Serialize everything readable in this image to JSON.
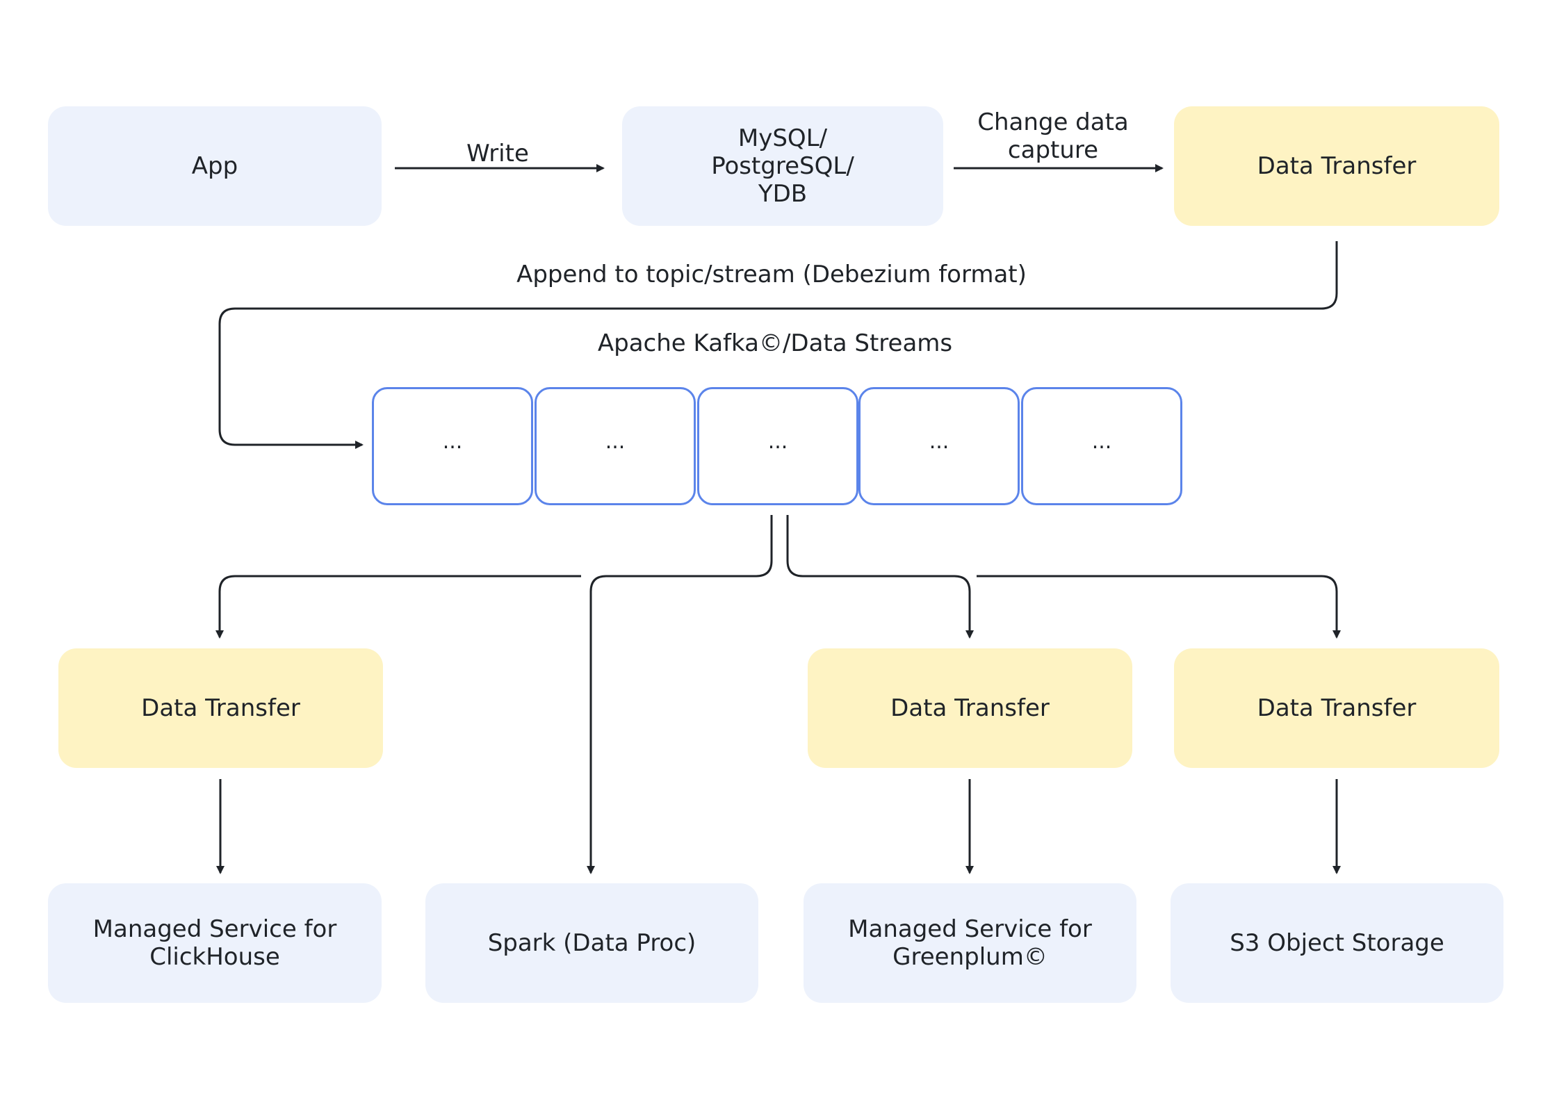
{
  "nodes": {
    "app": "App",
    "database": "MySQL/\nPostgreSQL/\nYDB",
    "transfer_source": "Data Transfer",
    "transfer_clickhouse": "Data Transfer",
    "transfer_greenplum": "Data Transfer",
    "transfer_s3": "Data Transfer",
    "clickhouse": "Managed Service for\nClickHouse",
    "spark": "Spark (Data Proc)",
    "greenplum": "Managed Service for\nGreenplum©",
    "s3": "S3 Object Storage"
  },
  "edge_labels": {
    "write": "Write",
    "cdc": "Change data\ncapture",
    "append": "Append to topic/stream (Debezium format)"
  },
  "stream": {
    "title": "Apache Kafka©/Data Streams",
    "segments": [
      "...",
      "...",
      "...",
      "...",
      "..."
    ]
  },
  "colors": {
    "blue_node": "#edf2fc",
    "yellow_node": "#fef3c3",
    "segment_border": "#5b84ea",
    "line": "#1f2328"
  }
}
